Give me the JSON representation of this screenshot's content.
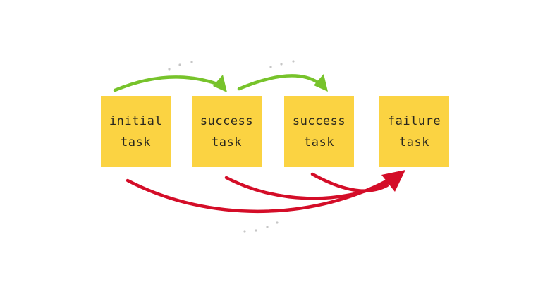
{
  "diagram": {
    "colors": {
      "background": "#ffffff",
      "node_fill": "#fbd342",
      "node_text": "#29271f",
      "success_arrow": "#77c32b",
      "failure_arrow": "#d40d28",
      "sketch_dots": "#c6c6c6"
    },
    "nodes": [
      {
        "label": "initial task"
      },
      {
        "label": "success task"
      },
      {
        "label": "success task"
      },
      {
        "label": "failure task"
      }
    ],
    "edges": {
      "success": [
        {
          "from": "initial task",
          "to": "success task"
        },
        {
          "from": "success task",
          "to": "success task"
        }
      ],
      "failure": [
        {
          "from": "initial task",
          "to": "failure task"
        },
        {
          "from": "success task",
          "to": "failure task"
        },
        {
          "from": "success task",
          "to": "failure task"
        }
      ]
    }
  }
}
